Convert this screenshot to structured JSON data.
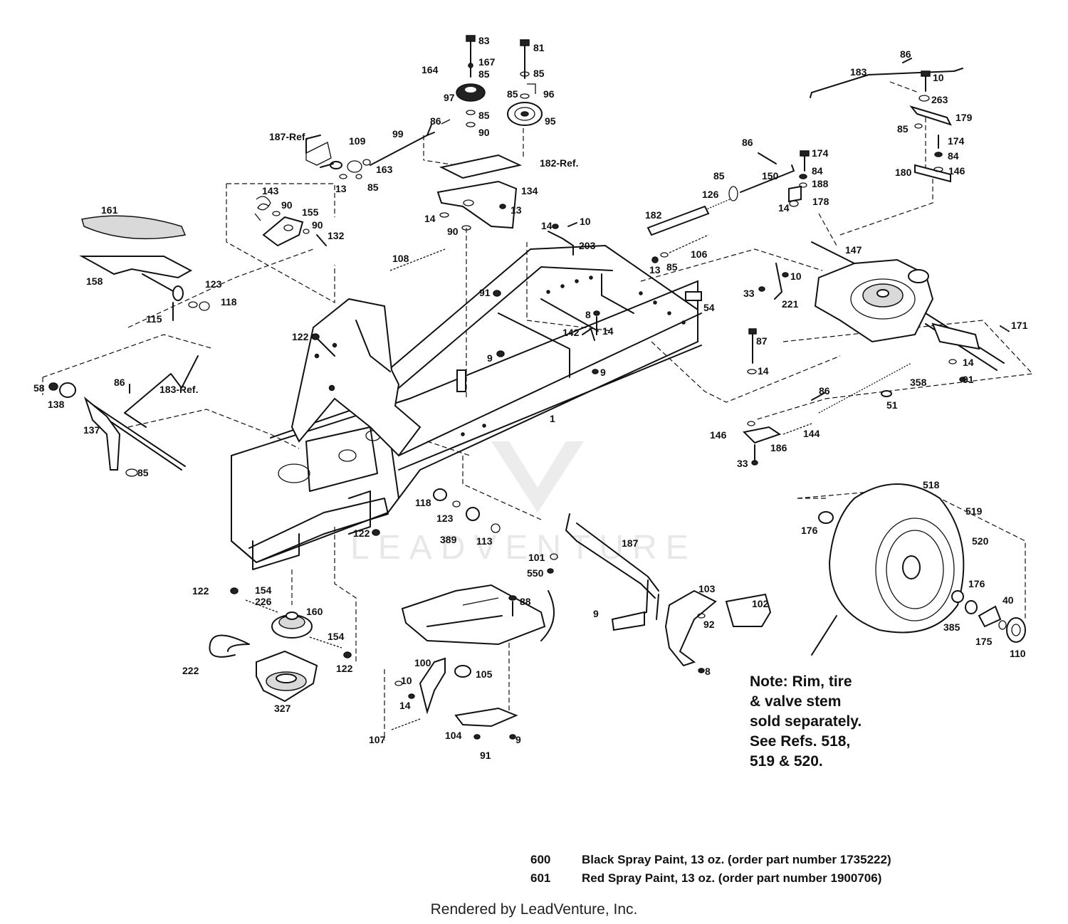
{
  "watermark": "LEADVENTURE",
  "note_lines": [
    "Note: Rim, tire",
    "& valve stem",
    "sold separately.",
    "See Refs. 518,",
    "519 & 520."
  ],
  "paint_items": [
    {
      "number": "600",
      "description": "Black Spray Paint, 13 oz. (order part number 1735222)"
    },
    {
      "number": "601",
      "description": "Red Spray Paint, 13 oz. (order part number 1900706)"
    }
  ],
  "footer": "Rendered by LeadVenture, Inc.",
  "labels": {
    "l83": "83",
    "l167": "167",
    "l164": "164",
    "l85a": "85",
    "l97": "97",
    "l85b": "85",
    "l90a": "90",
    "l81": "81",
    "l85c": "85",
    "l96": "96",
    "l85d": "85",
    "l95": "95",
    "l86a": "86",
    "l183": "183",
    "l10a": "10",
    "l263": "263",
    "l179": "179",
    "l85e": "85",
    "l174a": "174",
    "l84a": "84",
    "l146a": "146",
    "l180": "180",
    "l187ref": "187-Ref.",
    "l109": "109",
    "l99": "99",
    "l86b": "86",
    "l163": "163",
    "l13a": "13",
    "l85f": "85",
    "l182ref": "182-Ref.",
    "l134": "134",
    "l14a": "14",
    "l13b": "13",
    "l90b": "90",
    "l143": "143",
    "l90c": "90",
    "l155": "155",
    "l90d": "90",
    "l132": "132",
    "l161": "161",
    "l86c": "86",
    "l174b": "174",
    "l84b": "84",
    "l85g": "85",
    "l150": "150",
    "l126": "126",
    "l188": "188",
    "l14b": "14",
    "l178": "178",
    "l182": "182",
    "l14c": "14",
    "l10b": "10",
    "l203": "203",
    "l13c": "13",
    "l85h": "85",
    "l106": "106",
    "l147": "147",
    "l158": "158",
    "l123a": "123",
    "l118a": "118",
    "l115": "115",
    "l108": "108",
    "l91a": "91",
    "l10c": "10",
    "l33a": "33",
    "l221": "221",
    "l54": "54",
    "l122a": "122",
    "l8a": "8",
    "l142": "142",
    "l14d": "14",
    "l9a": "9",
    "l9b": "9",
    "l87": "87",
    "l171": "171",
    "l14e": "14",
    "l91b": "91",
    "l58": "58",
    "l138": "138",
    "l86d": "86",
    "l183ref": "183-Ref.",
    "l1": "1",
    "l14f": "14",
    "l358": "358",
    "l86e": "86",
    "l51": "51",
    "l137": "137",
    "l85i": "85",
    "l146b": "146",
    "l186": "186",
    "l144": "144",
    "l33b": "33",
    "l518": "518",
    "l519": "519",
    "l520": "520",
    "l176a": "176",
    "l118b": "118",
    "l123b": "123",
    "l389": "389",
    "l113": "113",
    "l122b": "122",
    "l187": "187",
    "l101": "101",
    "l550": "550",
    "l122c": "122",
    "l154a": "154",
    "l226": "226",
    "l160": "160",
    "l154b": "154",
    "l122d": "122",
    "l222": "222",
    "l327": "327",
    "l88": "88",
    "l103": "103",
    "l102": "102",
    "l9c": "9",
    "l92": "92",
    "l8b": "8",
    "l176b": "176",
    "l40": "40",
    "l385": "385",
    "l175": "175",
    "l110": "110",
    "l100": "100",
    "l105": "105",
    "l10d": "10",
    "l14g": "14",
    "l107": "107",
    "l104": "104",
    "l9d": "9",
    "l91c": "91"
  }
}
